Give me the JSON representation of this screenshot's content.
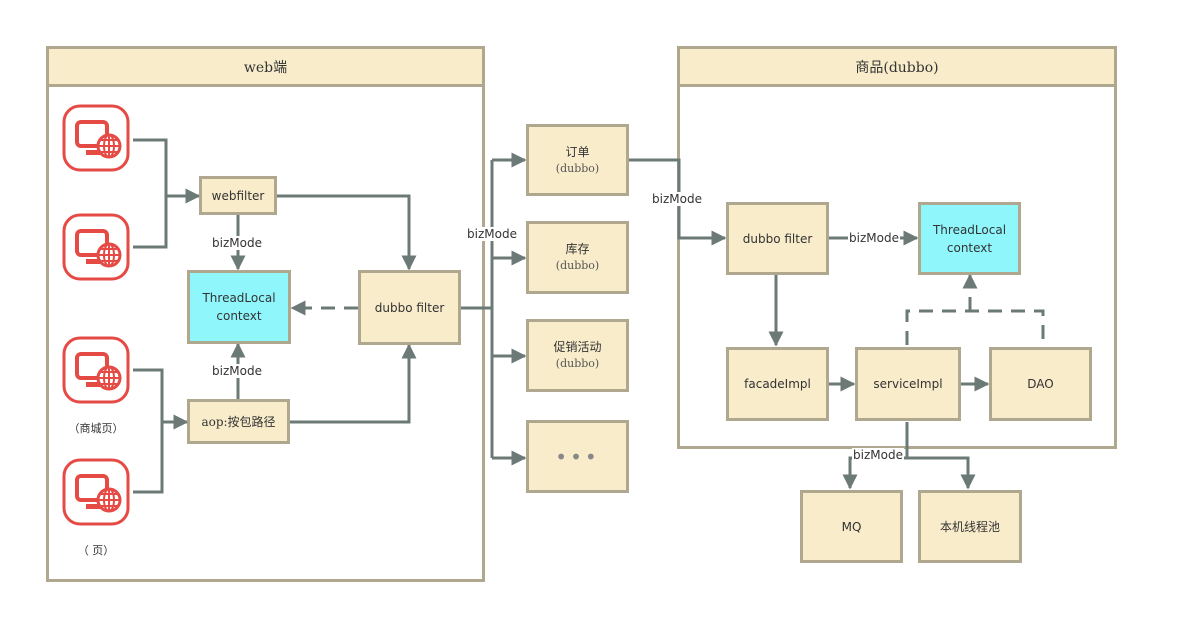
{
  "panels": {
    "web": {
      "title": "web端"
    },
    "goods": {
      "title": "商品(dubbo)"
    }
  },
  "clients": [
    {
      "caption_line1": "",
      "caption_line2": ""
    },
    {
      "caption_line1": "",
      "caption_line2": ""
    },
    {
      "caption_line1": "",
      "caption_line2": "（商城页）"
    },
    {
      "caption_line1": "",
      "caption_line2": "（    页）"
    }
  ],
  "nodes": {
    "webfilter": "webfilter",
    "threadlocal_web_line1": "ThreadLocal",
    "threadlocal_web_line2": "context",
    "dubbo_filter_web": "dubbo filter",
    "aop": "aop:按包路径",
    "order_name": "订单",
    "order_sub": "(dubbo)",
    "stock_name": "库存",
    "stock_sub": "(dubbo)",
    "promo_name": "促销活动",
    "promo_sub": "(dubbo)",
    "more": "•••",
    "dubbo_filter_goods": "dubbo filter",
    "threadlocal_goods_line1": "ThreadLocal",
    "threadlocal_goods_line2": "context",
    "facade": "facadeImpl",
    "service": "serviceImpl",
    "dao": "DAO",
    "mq": "MQ",
    "threadpool": "本机线程池"
  },
  "edge_labels": {
    "webfilter_to_threadlocal": "bizMode",
    "aop_to_threadlocal": "bizMode",
    "fanout": "bizMode",
    "order_to_goods": "bizMode",
    "dubbo_to_threadlocal": "bizMode",
    "service_to_outputs": "bizMode"
  },
  "colors": {
    "box_fill": "#f8eccb",
    "box_border": "#b0a78f",
    "threadlocal_fill": "#8ff7fc",
    "arrow": "#6b7a76",
    "client_icon": "#e64a45"
  }
}
